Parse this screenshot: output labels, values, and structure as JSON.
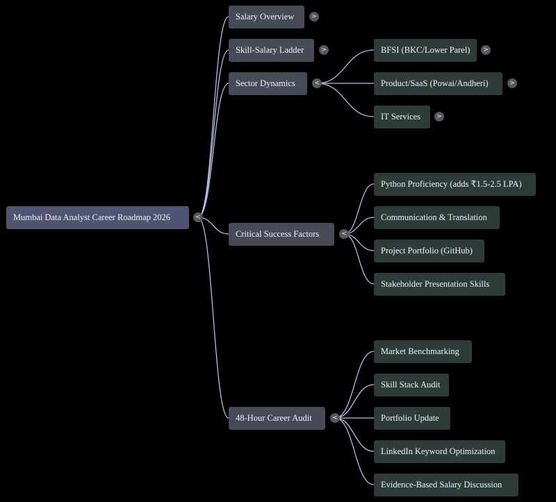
{
  "root": {
    "label": "Mumbai Data Analyst Career Roadmap 2026",
    "toggle": "<"
  },
  "branches": {
    "salary_overview": {
      "label": "Salary Overview",
      "toggle": ">"
    },
    "skill_salary_ladder": {
      "label": "Skill-Salary Ladder",
      "toggle": ">"
    },
    "sector_dynamics": {
      "label": "Sector Dynamics",
      "toggle": "<",
      "children": [
        {
          "label": "BFSI (BKC/Lower Parel)",
          "toggle": ">"
        },
        {
          "label": "Product/SaaS (Powai/Andheri)",
          "toggle": ">"
        },
        {
          "label": "IT Services",
          "toggle": ">"
        }
      ]
    },
    "critical_success_factors": {
      "label": "Critical Success Factors",
      "toggle": "<",
      "children": [
        {
          "label": "Python Proficiency (adds ₹1.5-2.5 LPA)"
        },
        {
          "label": "Communication & Translation"
        },
        {
          "label": "Project Portfolio (GitHub)"
        },
        {
          "label": "Stakeholder Presentation Skills"
        }
      ]
    },
    "career_audit": {
      "label": "48-Hour Career Audit",
      "toggle": "<",
      "children": [
        {
          "label": "Market Benchmarking"
        },
        {
          "label": "Skill Stack Audit"
        },
        {
          "label": "Portfolio Update"
        },
        {
          "label": "LinkedIn Keyword Optimization"
        },
        {
          "label": "Evidence-Based Salary Discussion"
        }
      ]
    }
  },
  "colors": {
    "background": "#000000",
    "root_node": "#505470",
    "branch_node": "#474b57",
    "leaf_node": "#2d3c39",
    "connector": "#b8bde8",
    "toggle": "#55595d"
  }
}
